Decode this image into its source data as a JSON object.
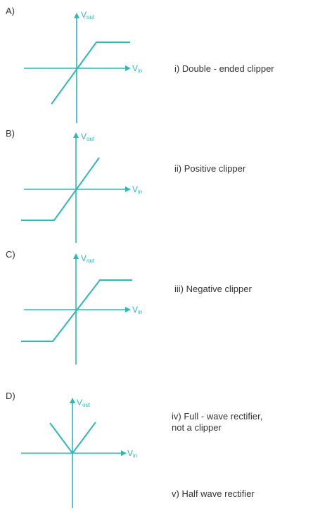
{
  "colors": {
    "curve": "#2fb8b8",
    "text": "#333333"
  },
  "panels": [
    {
      "label": "A)",
      "y_axis": "V",
      "y_sub": "out",
      "x_axis": "V",
      "x_sub": "in",
      "shape": "clip-top",
      "description": [
        "i) Double - ended clipper"
      ]
    },
    {
      "label": "B)",
      "y_axis": "V",
      "y_sub": "out",
      "x_axis": "V",
      "x_sub": "in",
      "shape": "clip-bottom",
      "description": [
        "ii) Positive clipper"
      ]
    },
    {
      "label": "C)",
      "y_axis": "V",
      "y_sub": "out",
      "x_axis": "V",
      "x_sub": "in",
      "shape": "clip-both",
      "description": [
        "iii) Negative clipper"
      ]
    },
    {
      "label": "D)",
      "y_axis": "V",
      "y_sub": "out",
      "x_axis": "V",
      "x_sub": "in",
      "shape": "full-wave",
      "description": [
        "iv) Full - wave rectifier,",
        "not a clipper"
      ]
    }
  ],
  "extra_description": "v) Half wave rectifier"
}
